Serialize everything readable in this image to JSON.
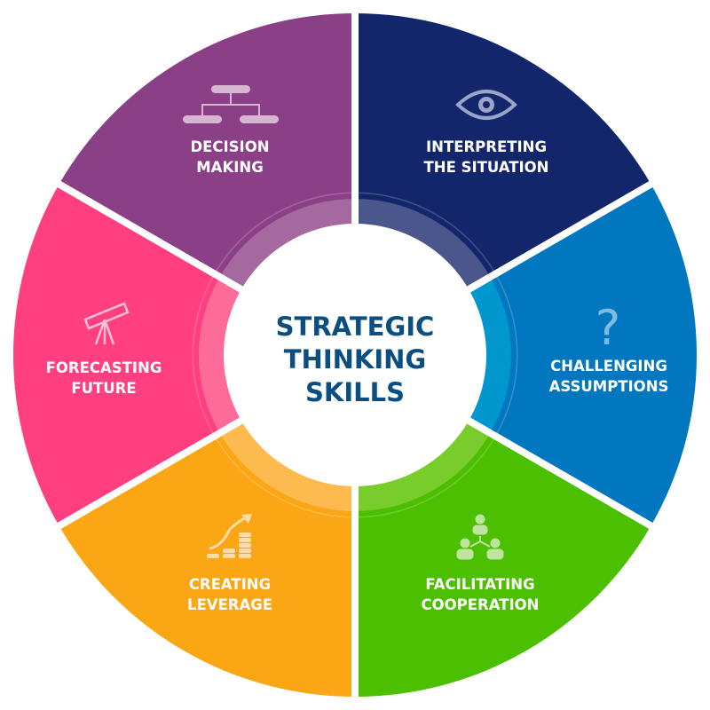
{
  "center": {
    "lines": [
      "STRATEGIC",
      "THINKING",
      "SKILLS"
    ],
    "color": "#0B4F82"
  },
  "segments": [
    {
      "lines": [
        "INTERPRETING",
        "THE SITUATION"
      ],
      "icon": "eye-icon",
      "color": "#14266B",
      "band": "#4A568C"
    },
    {
      "lines": [
        "CHALLENGING",
        "ASSUMPTIONS"
      ],
      "icon": "question-mark-icon",
      "color": "#0077BE",
      "band": "#0096CE"
    },
    {
      "lines": [
        "FACILITATING",
        "COOPERATION"
      ],
      "icon": "team-icon",
      "color": "#4CBF00",
      "band": "#78CC2C"
    },
    {
      "lines": [
        "CREATING",
        "LEVERAGE"
      ],
      "icon": "growth-chart-icon",
      "color": "#FBA614",
      "band": "#FDBA4E"
    },
    {
      "lines": [
        "FORECASTING",
        "FUTURE"
      ],
      "icon": "telescope-icon",
      "color": "#FF3F7F",
      "band": "#FF6B98"
    },
    {
      "lines": [
        "DECISION",
        "MAKING"
      ],
      "icon": "hierarchy-icon",
      "color": "#8B3F87",
      "band": "#A5699F"
    }
  ]
}
